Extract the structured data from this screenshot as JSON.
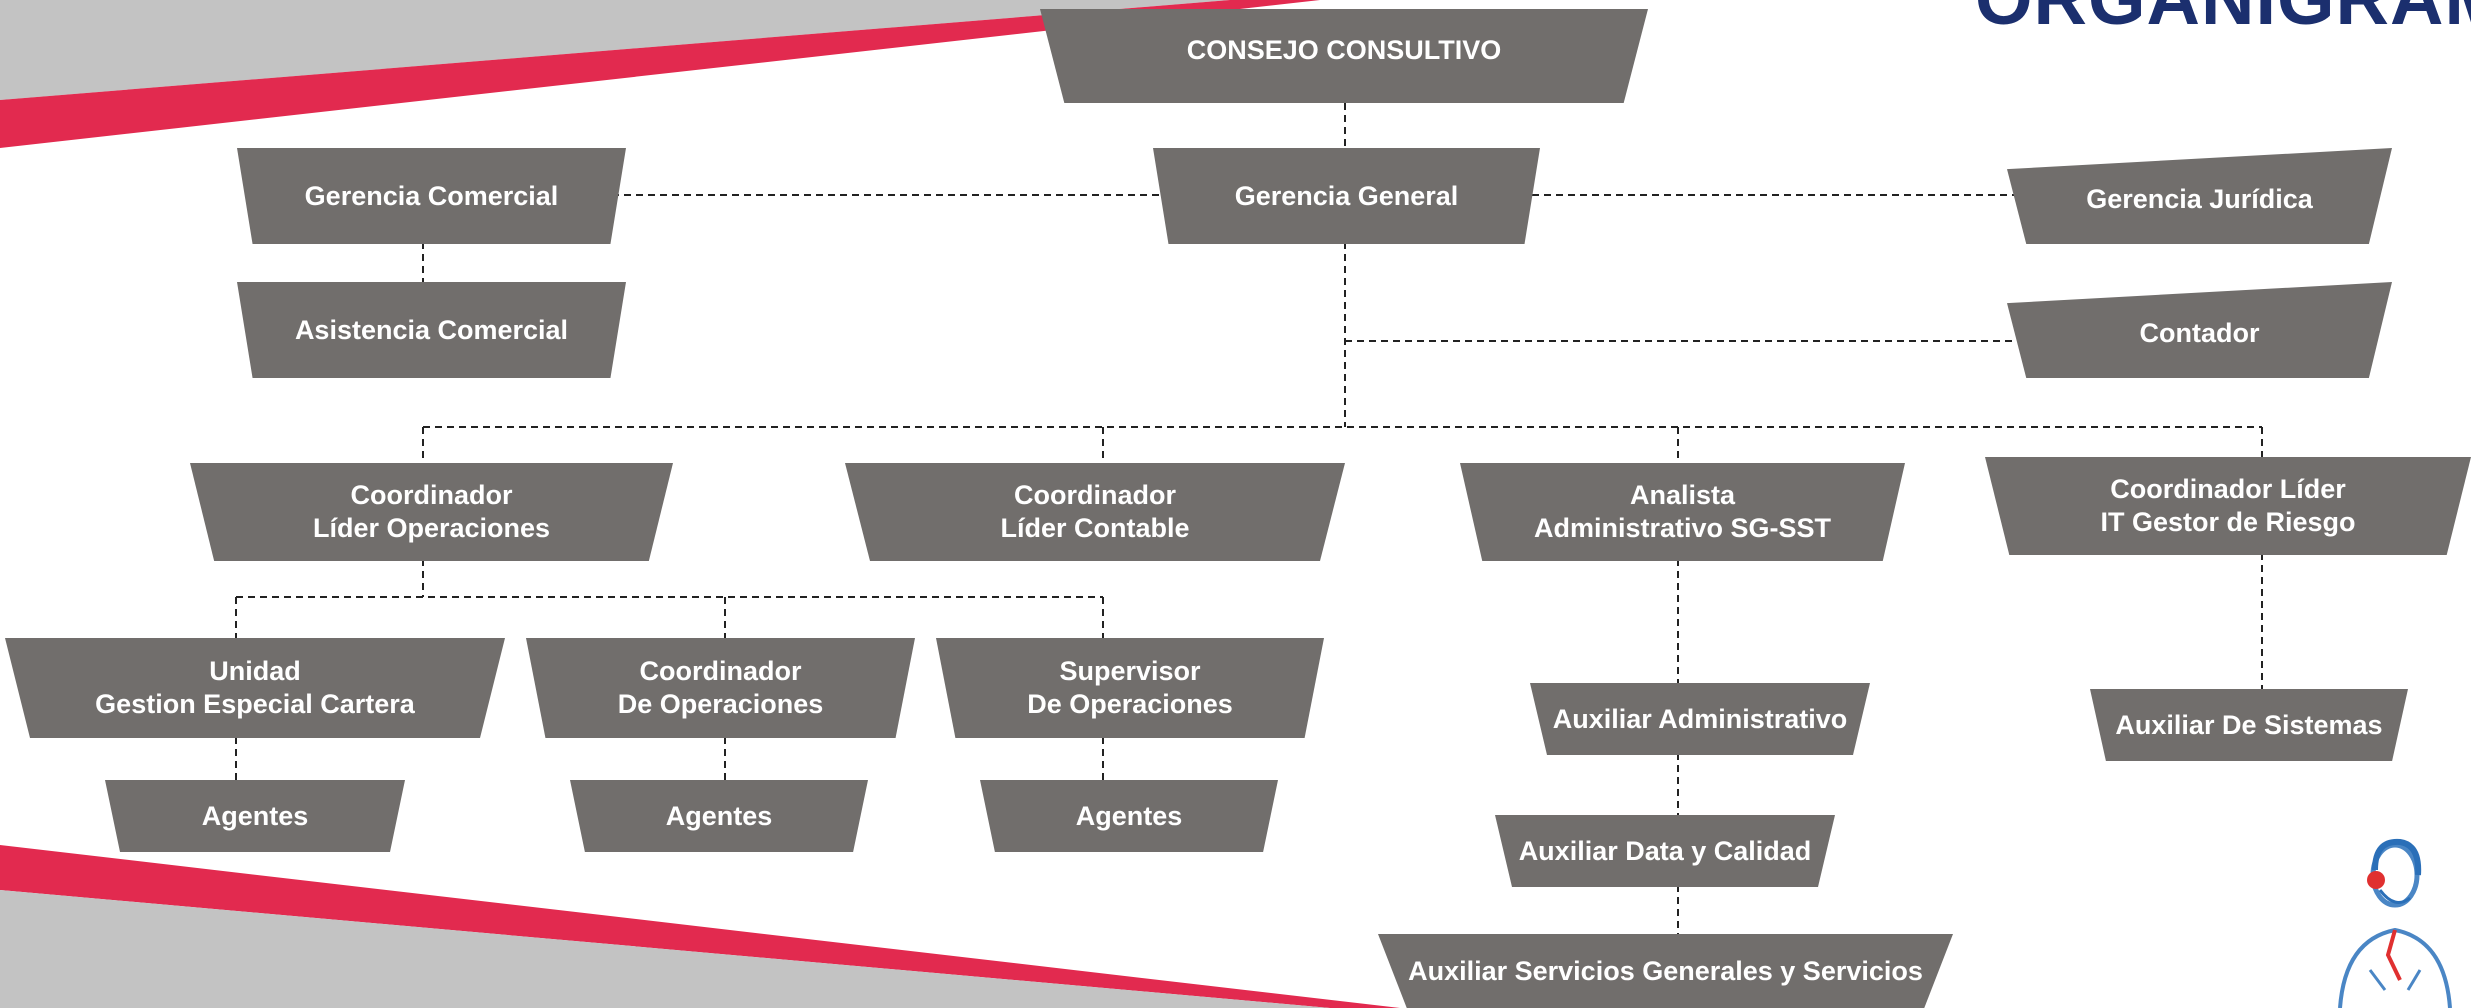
{
  "header": {
    "title": "ORGANIGRAMA"
  },
  "colors": {
    "box": "#716e6c",
    "accent_red": "#e22a4f",
    "band_gray": "#c3c3c3",
    "title_blue": "#1b2f6e"
  },
  "org": {
    "consejo": "CONSEJO CONSULTIVO",
    "gerencia_general": "Gerencia General",
    "gerencia_comercial": "Gerencia Comercial",
    "asistencia_comercial": "Asistencia Comercial",
    "gerencia_juridica": "Gerencia Jurídica",
    "contador": "Contador",
    "coord_lider_operaciones": "Coordinador\nLíder Operaciones",
    "coord_lider_contable": "Coordinador\nLíder Contable",
    "analista_sgsst": "Analista\nAdministrativo SG-SST",
    "coord_lider_it": "Coordinador Líder\nIT Gestor de Riesgo",
    "unidad_gestion": "Unidad\nGestion Especial Cartera",
    "coord_operaciones": "Coordinador\nDe Operaciones",
    "supervisor_operaciones": "Supervisor\nDe Operaciones",
    "agentes_1": "Agentes",
    "agentes_2": "Agentes",
    "agentes_3": "Agentes",
    "aux_administrativo": "Auxiliar Administrativo",
    "aux_data": "Auxiliar Data y Calidad",
    "aux_servicios": "Auxiliar Servicios Generales y Servicios",
    "aux_sistemas": "Auxiliar De Sistemas"
  },
  "logo": {
    "icon": "headset-agent-icon"
  }
}
